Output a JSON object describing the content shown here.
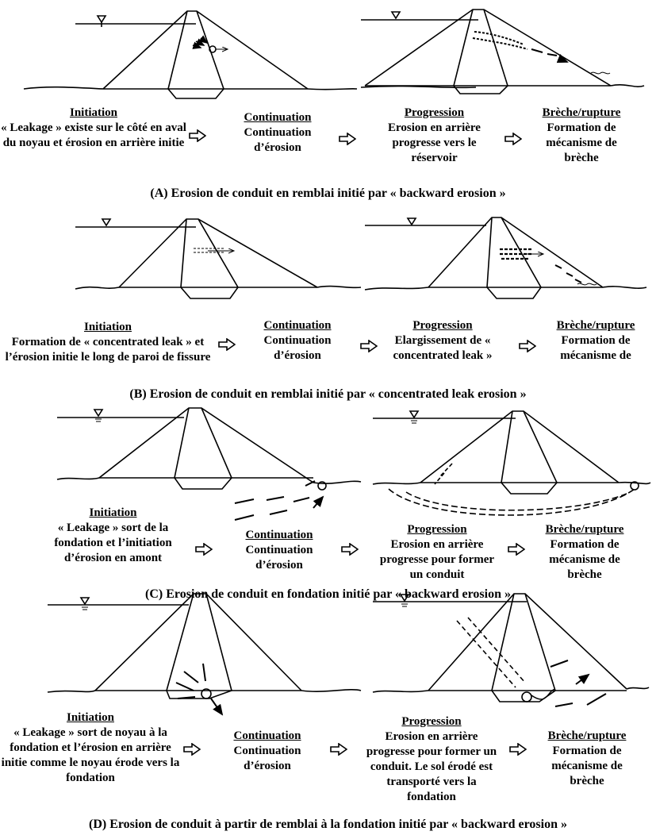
{
  "panels": [
    {
      "stages": [
        {
          "title": "Initiation",
          "desc": "« Leakage » existe sur le côté en aval du noyau et érosion en arrière initie"
        },
        {
          "title": "Continuation",
          "desc": "Continuation d’érosion"
        },
        {
          "title": "Progression",
          "desc": "Erosion en arrière progresse vers le réservoir"
        },
        {
          "title": "Brèche/rupture",
          "desc": "Formation de mécanisme de brèche"
        }
      ],
      "caption": "(A) Erosion de conduit en remblai initié par « backward erosion »"
    },
    {
      "stages": [
        {
          "title": "Initiation",
          "desc": "Formation de « concentrated leak » et l’érosion initie le long de paroi de fissure"
        },
        {
          "title": "Continuation",
          "desc": "Continuation d’érosion"
        },
        {
          "title": "Progression",
          "desc": "Elargissement de « concentrated leak »"
        },
        {
          "title": "Brèche/rupture",
          "desc": "Formation de mécanisme de"
        }
      ],
      "caption": "(B) Erosion de conduit en remblai initié par « concentrated leak erosion »"
    },
    {
      "stages": [
        {
          "title": "Initiation",
          "desc": "« Leakage » sort de la fondation et l’initiation d’érosion en amont"
        },
        {
          "title": "Continuation",
          "desc": "Continuation d’érosion"
        },
        {
          "title": "Progression",
          "desc": "Erosion en arrière progresse pour former un conduit"
        },
        {
          "title": "Brèche/rupture",
          "desc": "Formation de mécanisme de brèche"
        }
      ],
      "caption": "(C) Erosion de conduit en fondation initié par « backward erosion »"
    },
    {
      "stages": [
        {
          "title": "Initiation",
          "desc": "« Leakage » sort de noyau à la fondation et l’érosion en arrière initie comme le noyau érode vers la fondation"
        },
        {
          "title": "Continuation",
          "desc": "Continuation d’érosion"
        },
        {
          "title": "Progression",
          "desc": "Erosion en arrière progresse pour former un conduit. Le sol érodé est transporté vers la fondation"
        },
        {
          "title": "Brèche/rupture",
          "desc": "Formation de mécanisme de brèche"
        }
      ],
      "caption": "(D) Erosion de conduit à partir de remblai à la fondation initié par « backward erosion »"
    }
  ]
}
